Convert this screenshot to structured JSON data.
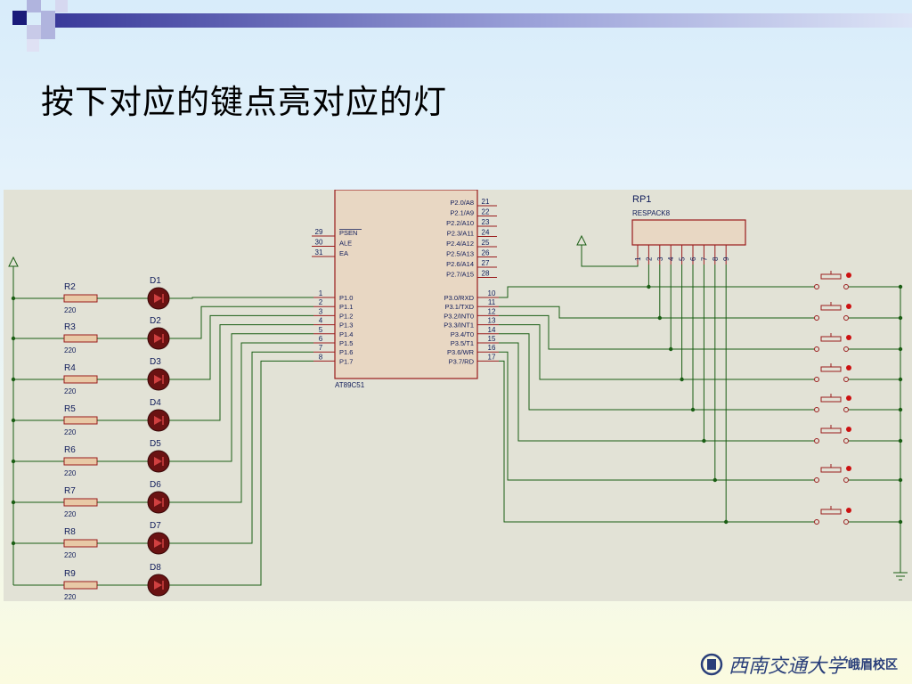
{
  "slide": {
    "title": "按下对应的键点亮对应的灯",
    "logo_main": "西南交通大学",
    "logo_sub": "峨眉校区"
  },
  "colors": {
    "wire": "#1a5e14",
    "component": "#9a1c1c",
    "resistor_fill": "#e8c9a6",
    "led_fill": "#6a1212",
    "button_dot": "#cc1111",
    "chip_fill": "#e8d7c3",
    "text": "#101c5a"
  },
  "chip": {
    "name": "AT89C51",
    "pins_p2": [
      {
        "num": "21",
        "label": "P2.0/A8"
      },
      {
        "num": "22",
        "label": "P2.1/A9"
      },
      {
        "num": "23",
        "label": "P2.2/A10"
      },
      {
        "num": "24",
        "label": "P2.3/A11"
      },
      {
        "num": "25",
        "label": "P2.4/A12"
      },
      {
        "num": "26",
        "label": "P2.5/A13"
      },
      {
        "num": "27",
        "label": "P2.6/A14"
      },
      {
        "num": "28",
        "label": "P2.7/A15"
      }
    ],
    "pins_ctrl": [
      {
        "num": "29",
        "label": "PSEN"
      },
      {
        "num": "30",
        "label": "ALE"
      },
      {
        "num": "31",
        "label": "EA"
      }
    ],
    "pins_p1": [
      {
        "num": "1",
        "label": "P1.0"
      },
      {
        "num": "2",
        "label": "P1.1"
      },
      {
        "num": "3",
        "label": "P1.2"
      },
      {
        "num": "4",
        "label": "P1.3"
      },
      {
        "num": "5",
        "label": "P1.4"
      },
      {
        "num": "6",
        "label": "P1.5"
      },
      {
        "num": "7",
        "label": "P1.6"
      },
      {
        "num": "8",
        "label": "P1.7"
      }
    ],
    "pins_p3": [
      {
        "num": "10",
        "label": "P3.0/RXD"
      },
      {
        "num": "11",
        "label": "P3.1/TXD"
      },
      {
        "num": "12",
        "label": "P3.2/INT0"
      },
      {
        "num": "13",
        "label": "P3.3/INT1"
      },
      {
        "num": "14",
        "label": "P3.4/T0"
      },
      {
        "num": "15",
        "label": "P3.5/T1"
      },
      {
        "num": "16",
        "label": "P3.6/WR"
      },
      {
        "num": "17",
        "label": "P3.7/RD"
      }
    ]
  },
  "resistors": [
    {
      "name": "R2",
      "value": "220"
    },
    {
      "name": "R3",
      "value": "220"
    },
    {
      "name": "R4",
      "value": "220"
    },
    {
      "name": "R5",
      "value": "220"
    },
    {
      "name": "R6",
      "value": "220"
    },
    {
      "name": "R7",
      "value": "220"
    },
    {
      "name": "R8",
      "value": "220"
    },
    {
      "name": "R9",
      "value": "220"
    }
  ],
  "leds": [
    "D1",
    "D2",
    "D3",
    "D4",
    "D5",
    "D6",
    "D7",
    "D8"
  ],
  "respack": {
    "name": "RP1",
    "type": "RESPACK8",
    "pins": [
      "1",
      "2",
      "3",
      "4",
      "5",
      "6",
      "7",
      "8",
      "9"
    ]
  },
  "buttons_count": 8
}
